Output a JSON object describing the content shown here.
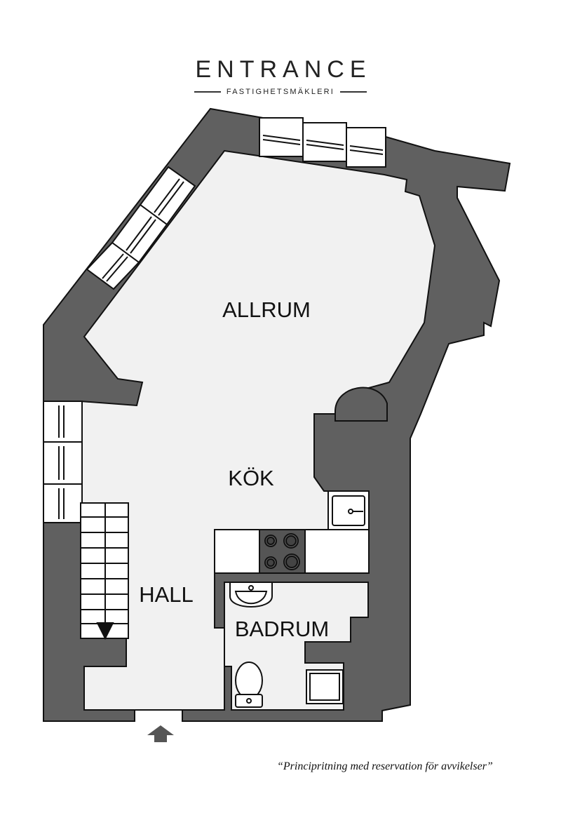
{
  "logo": {
    "brand": "ENTRANCE",
    "tagline": "FASTIGHETSMÄKLERI"
  },
  "rooms": {
    "allrum": "ALLRUM",
    "kok": "KÖK",
    "hall": "HALL",
    "badrum": "BADRUM"
  },
  "disclaimer": "“Principritning med reservation för avvikelser”",
  "colors": {
    "wall": "#606060",
    "floor": "#f1f1f1",
    "outline": "#111111"
  },
  "icons": [
    "entrance-arrow-icon",
    "stairs-down-arrow-icon",
    "sink-icon",
    "stove-icon",
    "washbasin-icon",
    "toilet-icon"
  ]
}
